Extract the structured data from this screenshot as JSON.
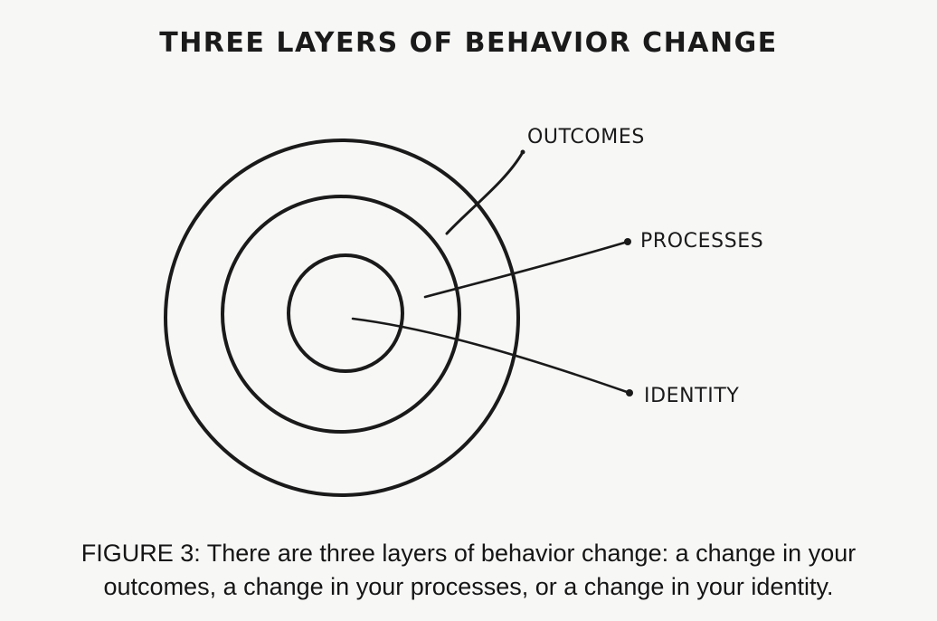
{
  "title": "THREE LAYERS OF BEHAVIOR CHANGE",
  "layers": [
    {
      "label": "OUTCOMES"
    },
    {
      "label": "PROCESSES"
    },
    {
      "label": "IDENTITY"
    }
  ],
  "caption": {
    "line1": "FIGURE 3: There are three layers of behavior change: a change in your",
    "line2": "outcomes, a change in your processes, or a change in your identity."
  },
  "colors": {
    "background": "#f7f7f6",
    "ink": "#1a1a1a"
  }
}
